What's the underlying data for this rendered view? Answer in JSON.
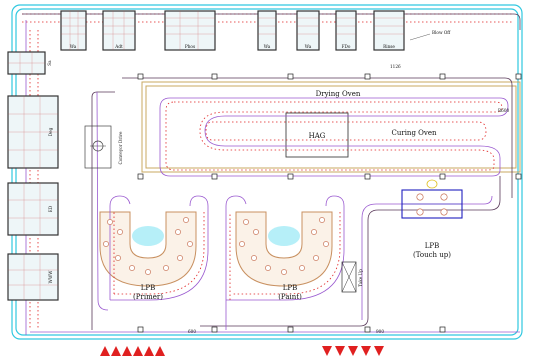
{
  "diagram": {
    "booths_top": [
      "Wa",
      "Adt",
      "Phos",
      "Wa",
      "Wa",
      "FDo",
      "Rinse"
    ],
    "booths_left": [
      "Sa",
      "Deg",
      "ED",
      "WWW"
    ],
    "labels": {
      "blow_off": "Blow Off",
      "dist_top": "1126",
      "drying_oven": "Drying Oven",
      "radius": "R600",
      "hag": "HAG",
      "curing_oven": "Curing Oven",
      "conveyor_drive": "Conveyor Drive",
      "lpb_primer_1": "LPB",
      "lpb_primer_2": "(Primer)",
      "lpb_paint_1": "LPB",
      "lpb_paint_2": "(Paint)",
      "lpb_touchup_1": "LPB",
      "lpb_touchup_2": "(Touch up)",
      "take_up": "Take Up",
      "dist_left": "600",
      "dist_right": "900"
    },
    "colors": {
      "conveyor_outer": "#30c8e0",
      "conveyor_track": "#e02020",
      "oven_outline": "#c8a860",
      "touchup_booth": "#2020c0",
      "spray_glow": "#30d0f0",
      "marker": "#e02020"
    }
  }
}
